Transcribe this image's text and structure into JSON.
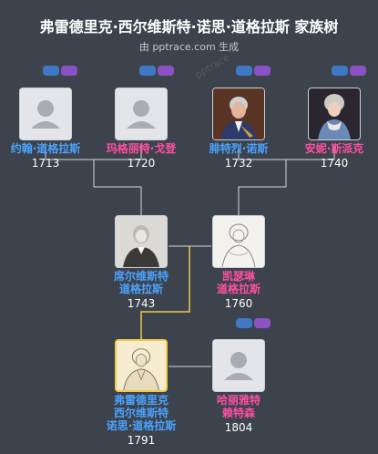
{
  "header": {
    "title": "弗雷德里克·西尔维斯特·诺思·道格拉斯 家族树",
    "subtitle": "由 pptrace.com 生成",
    "watermark": "pptrace"
  },
  "people": [
    {
      "id": "john",
      "name": "约翰·道格拉斯",
      "year": "1713",
      "gender": "male",
      "photo": "placeholder-avatar-icon"
    },
    {
      "id": "margaret",
      "name": "玛格丽特·戈登",
      "year": "1720",
      "gender": "female",
      "photo": "placeholder-avatar-icon"
    },
    {
      "id": "frederick-north",
      "name": "腓特烈·诺斯",
      "year": "1732",
      "gender": "male",
      "photo": "portrait-painting"
    },
    {
      "id": "anne",
      "name": "安妮·斯派克",
      "year": "1740",
      "gender": "female",
      "photo": "portrait-painting"
    },
    {
      "id": "sylvester",
      "name_lines": [
        "席尔维斯特",
        "道格拉斯"
      ],
      "year": "1743",
      "gender": "male",
      "photo": "portrait-engraving"
    },
    {
      "id": "catherine",
      "name_lines": [
        "凯瑟琳",
        "道格拉斯"
      ],
      "year": "1760",
      "gender": "female",
      "photo": "portrait-sketch"
    },
    {
      "id": "frederic",
      "name_lines": [
        "弗雷德里克",
        "西尔维斯特",
        "诺思·道格拉斯"
      ],
      "year": "1791",
      "gender": "male",
      "photo": "portrait-engraving",
      "highlighted": true
    },
    {
      "id": "harriet",
      "name_lines": [
        "哈丽雅特",
        "赖特森"
      ],
      "year": "1804",
      "gender": "female",
      "photo": "placeholder-avatar-icon"
    }
  ],
  "colors": {
    "background": "#3d434c",
    "male_name": "#4aa3ff",
    "female_name": "#ff4fa3",
    "link": "#d7d9dc",
    "highlight_link": "#f2c94c",
    "badge_blue": "#3f78c5",
    "badge_purple": "#8a52c4"
  }
}
